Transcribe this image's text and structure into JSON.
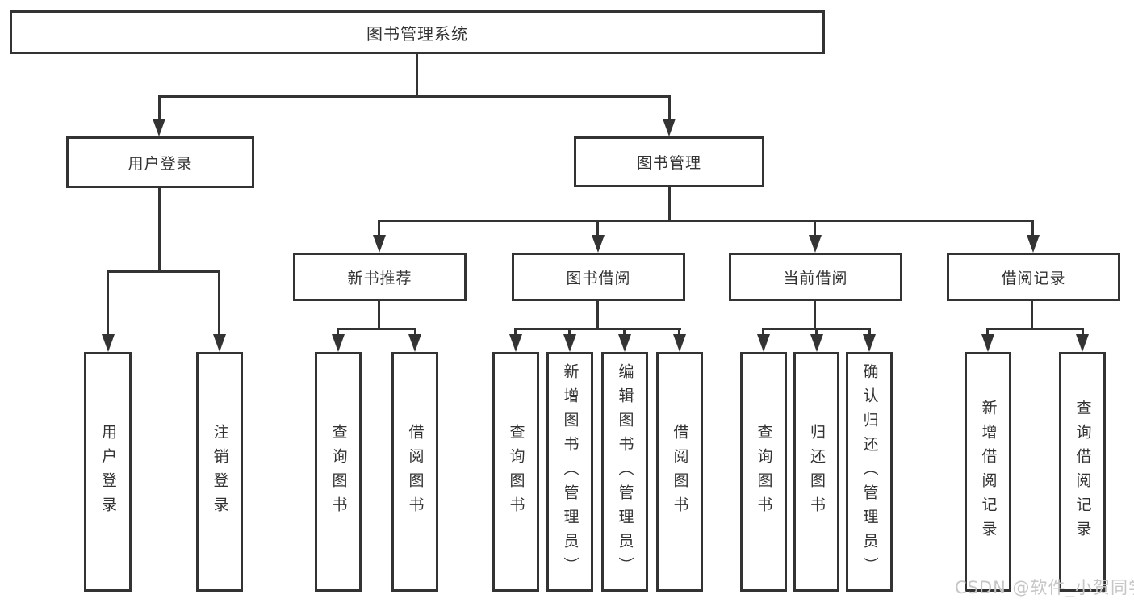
{
  "tree": {
    "label": "图书管理系统",
    "children": [
      {
        "label": "用户登录",
        "children": [
          {
            "label": "用户登录"
          },
          {
            "label": "注销登录"
          }
        ]
      },
      {
        "label": "图书管理",
        "children": [
          {
            "label": "新书推荐",
            "children": [
              {
                "label": "查询图书"
              },
              {
                "label": "借阅图书"
              }
            ]
          },
          {
            "label": "图书借阅",
            "children": [
              {
                "label": "查询图书"
              },
              {
                "label": "新增图书（管理员）"
              },
              {
                "label": "编辑图书（管理员）"
              },
              {
                "label": "借阅图书"
              }
            ]
          },
          {
            "label": "当前借阅",
            "children": [
              {
                "label": "查询图书"
              },
              {
                "label": "归还图书"
              },
              {
                "label": "确认归还（管理员）"
              }
            ]
          },
          {
            "label": "借阅记录",
            "children": [
              {
                "label": "新增借阅记录"
              },
              {
                "label": "查询借阅记录"
              }
            ]
          }
        ]
      }
    ]
  },
  "watermark": {
    "text": "CSDN @软件_小贺同学"
  },
  "colors": {
    "line": "#333333",
    "text": "#333333",
    "background": "#ffffff",
    "watermark": "#c6c6c6"
  }
}
